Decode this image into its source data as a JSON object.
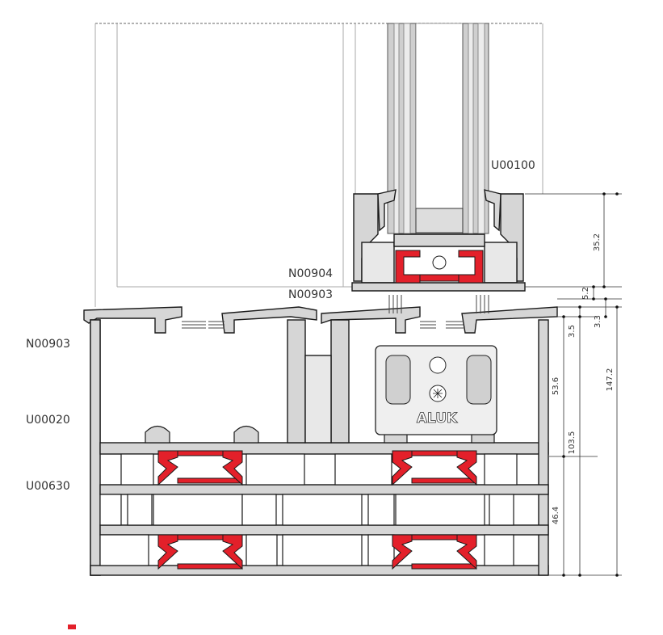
{
  "labels": {
    "u00100": "U00100",
    "n00904": "N00904",
    "n00903_top": "N00903",
    "n00903_left": "N00903",
    "u00020": "U00020",
    "u00630": "U00630"
  },
  "dimensions": {
    "d35_2": "35.2",
    "d5_2": "5.2",
    "d3_3": "3.3",
    "d3_5": "3.5",
    "d53_6": "53.6",
    "d147_2": "147.2",
    "d103_5": "103.5",
    "d46_4": "46.4"
  },
  "logo": "ALUK",
  "colors": {
    "profile_fill": "#d6d6d6",
    "profile_stroke": "#1a1a1a",
    "thermal_break": "#e3202a",
    "glass": "#c8c8c8"
  }
}
